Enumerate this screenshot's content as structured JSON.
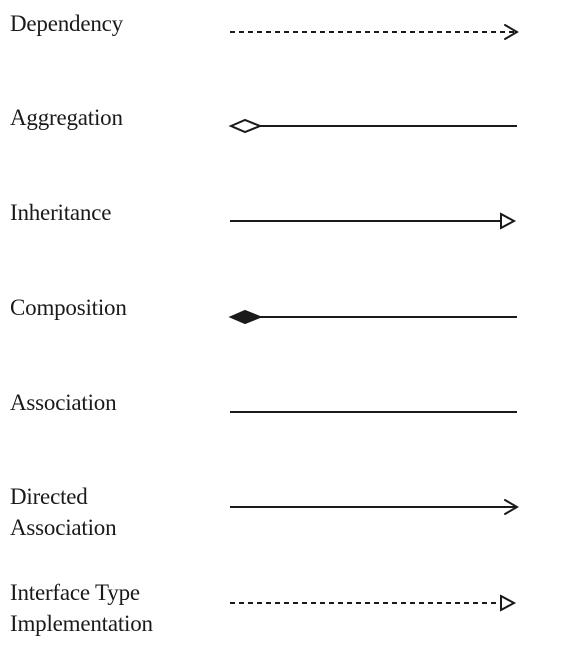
{
  "legend": {
    "items": [
      {
        "id": "dependency",
        "label_lines": [
          "Dependency"
        ],
        "line_style": "dashed",
        "source_end": "none",
        "target_end": "open-arrow"
      },
      {
        "id": "aggregation",
        "label_lines": [
          "Aggregation"
        ],
        "line_style": "solid",
        "source_end": "hollow-diamond",
        "target_end": "none"
      },
      {
        "id": "inheritance",
        "label_lines": [
          "Inheritance"
        ],
        "line_style": "solid",
        "source_end": "none",
        "target_end": "hollow-triangle"
      },
      {
        "id": "composition",
        "label_lines": [
          "Composition"
        ],
        "line_style": "solid",
        "source_end": "filled-diamond",
        "target_end": "none"
      },
      {
        "id": "association",
        "label_lines": [
          "Association"
        ],
        "line_style": "solid",
        "source_end": "none",
        "target_end": "none"
      },
      {
        "id": "directed-association",
        "label_lines": [
          "Directed",
          "Association"
        ],
        "line_style": "solid",
        "source_end": "none",
        "target_end": "open-arrow"
      },
      {
        "id": "interface-type-implementation",
        "label_lines": [
          "Interface Type",
          "Implementation"
        ],
        "line_style": "dashed",
        "source_end": "none",
        "target_end": "hollow-triangle"
      }
    ]
  },
  "colors": {
    "ink": "#1a1a1a",
    "background": "#ffffff"
  }
}
